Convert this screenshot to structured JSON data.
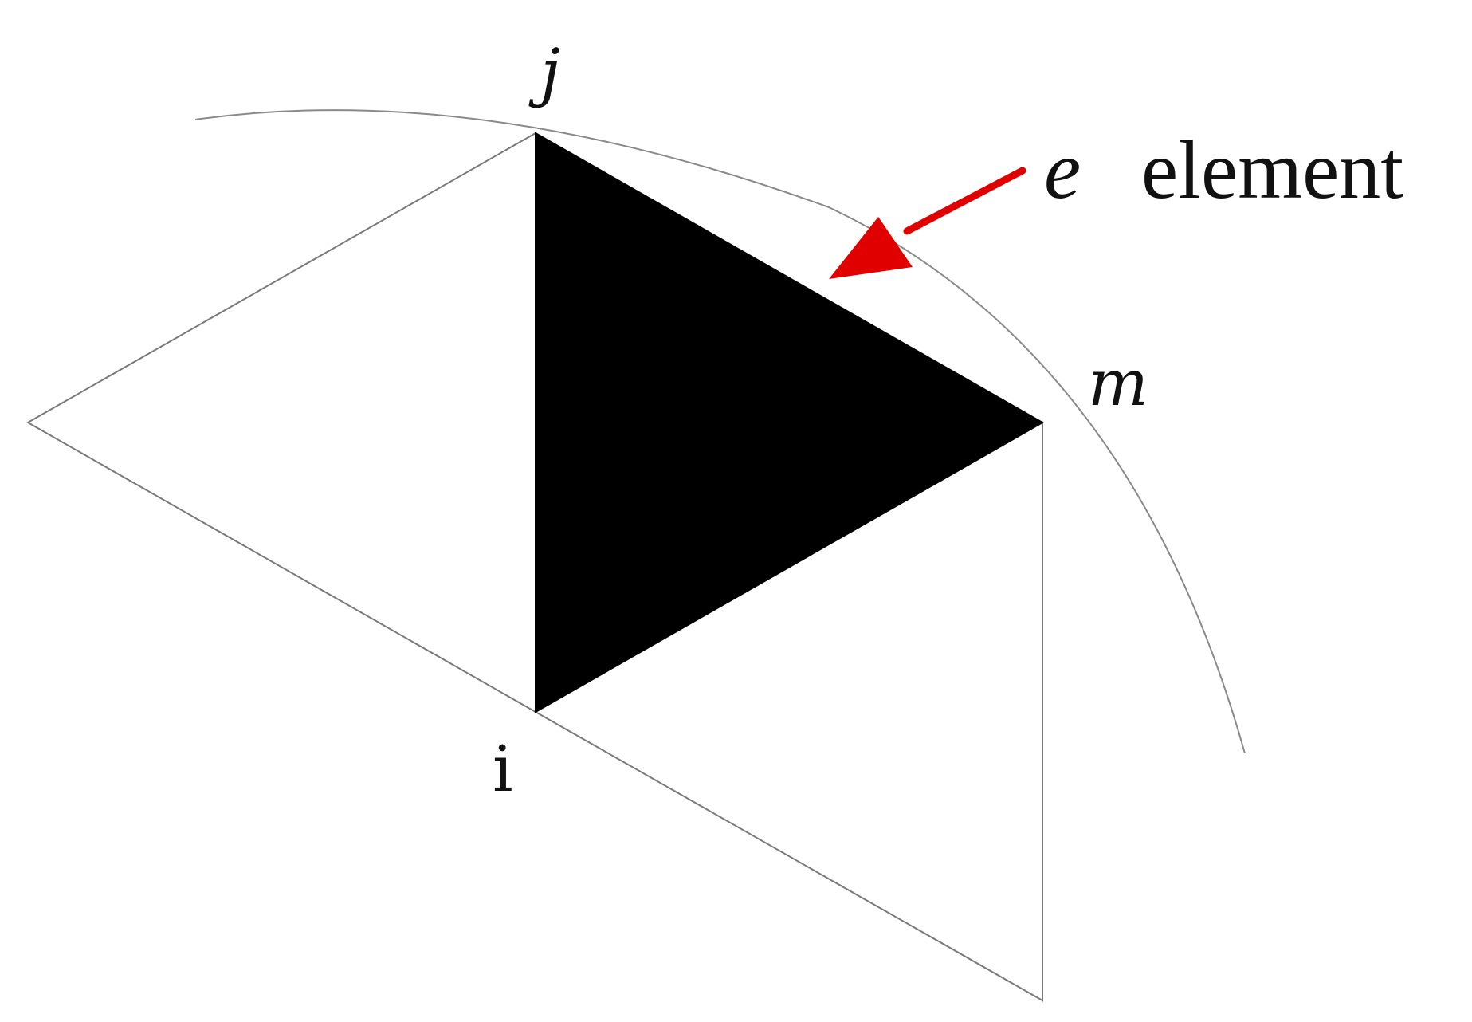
{
  "nodes": {
    "j": "j",
    "m": "m",
    "i": "i"
  },
  "callout": {
    "symbol": "e",
    "word": "element"
  },
  "colors": {
    "element_fill": "#000000",
    "mesh_line": "#7a7a7a",
    "arc_line": "#8a8a8a",
    "arrow": "#e00000"
  }
}
